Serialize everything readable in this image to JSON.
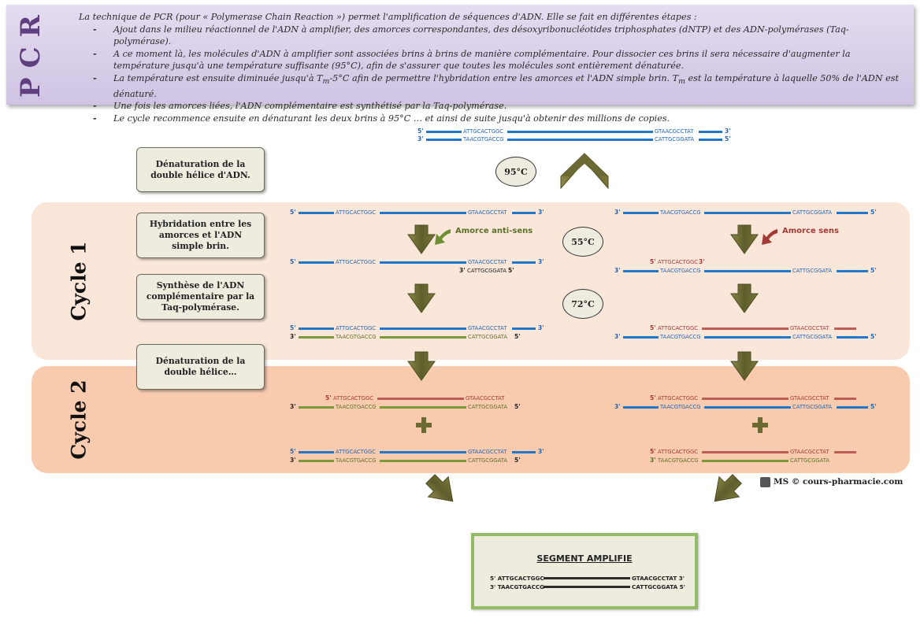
{
  "header": {
    "title": "PCR",
    "intro": "La technique de PCR (pour « Polymerase Chain Reaction ») permet l'amplification de séquences d'ADN. Elle se fait en différentes étapes :",
    "bullets": [
      "Ajout dans le milieu réactionnel de l'ADN à amplifier, des amorces correspondantes, des désoxyribonucléotides triphosphates (dNTP) et des ADN-polymérases (Taq-polymérase).",
      "A ce moment là, les molécules d'ADN à amplifier sont associées brins à brins de manière complémentaire. Pour dissocier ces brins il sera nécessaire d'augmenter la température jusqu'à une température suffisante (95°C), afin de s'assurer que toutes les molécules sont entièrement dénaturée.",
      "Une fois les amorces liées, l'ADN complémentaire est synthétisé par la Taq-polymérase.",
      "Le cycle recommence ensuite en dénaturant les deux brins à 95°C … et ainsi de suite jusqu'à obtenir des millions de copies."
    ],
    "bullet_tm": {
      "part1": "La température est ensuite diminuée jusqu'à T",
      "sub1": "m",
      "part2": "-5°C afin de permettre l'hybridation entre les amorces et l'ADN simple brin. T",
      "sub2": "m",
      "part3": " est la température à laquelle 50% de l'ADN est dénaturé."
    }
  },
  "steps": {
    "denaturation": "Dénaturation de la double hélice d'ADN.",
    "hybridation": "Hybridation entre les amorces et l'ADN simple brin.",
    "synthese": "Synthèse de l'ADN complémentaire par la Taq-polymérase.",
    "denaturation2": "Dénaturation de la double hélice…"
  },
  "temperatures": {
    "t1": "95°C",
    "t2": "55°C",
    "t3": "72°C"
  },
  "cycles": {
    "c1": "Cycle 1",
    "c2": "Cycle 2"
  },
  "sequences": {
    "s1": "ATTGCACTGGC",
    "s2": "GTAACGCCTAT",
    "s3": "TAACGTGACCG",
    "s4": "CATTGCGGATA"
  },
  "ends": {
    "five": "5'",
    "three": "3'"
  },
  "primers": {
    "anti": "Amorce anti-sens",
    "sens": "Amorce sens"
  },
  "plus": "+",
  "segment": {
    "title": "Segment amplifie",
    "line1_left": "5' ATTGCACTGGC",
    "line1_right": "GTAACGCCTAT 3'",
    "line2_left": "3' TAACGTGACCG",
    "line2_right": "CATTGCGGATA 5'"
  },
  "credit": {
    "logo": "MS",
    "text": "© cours-pharmacie.com"
  },
  "colors": {
    "blue": "#2377c9",
    "green": "#7a9a3a",
    "red": "#c05a55",
    "arrow": "#6b6a33",
    "segment_border": "#93bb66"
  }
}
